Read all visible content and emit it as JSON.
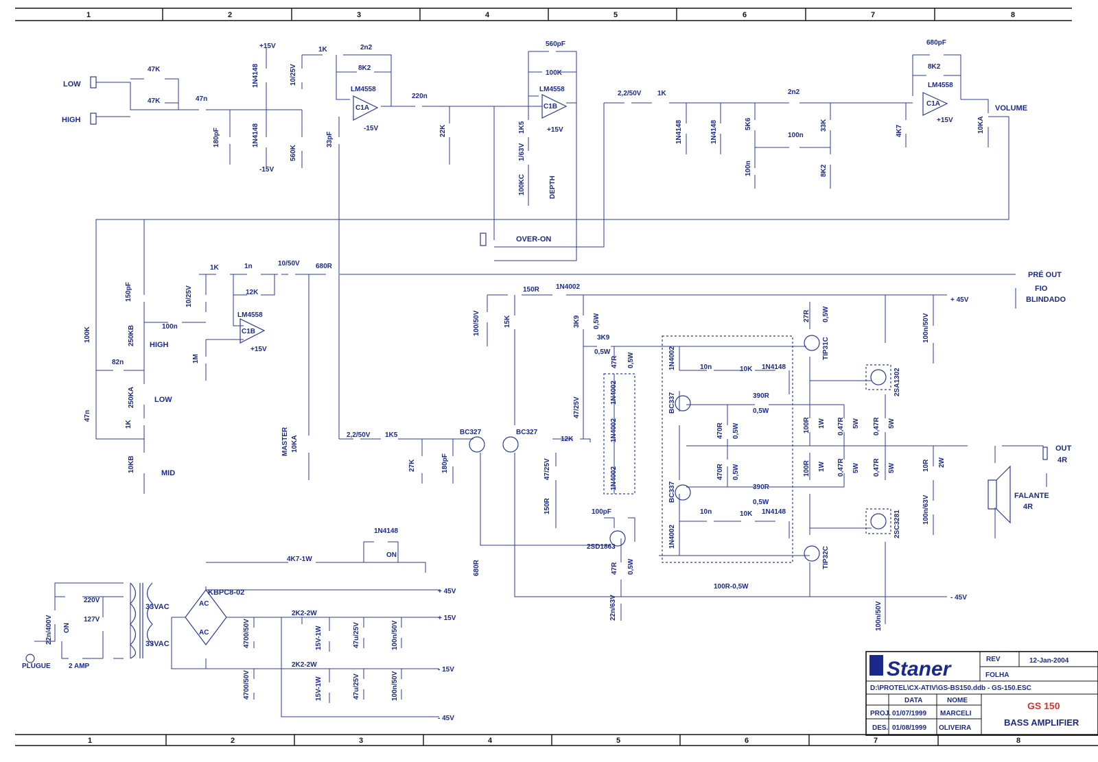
{
  "zones": [
    "1",
    "2",
    "3",
    "4",
    "5",
    "6",
    "7",
    "8"
  ],
  "labels": {
    "low_in": "LOW",
    "high_in": "HIGH",
    "r47k_a": "47K",
    "r47k_b": "47K",
    "c47n": "47n",
    "c180pf_in": "180pF",
    "plus15": "+15V",
    "minus15": "-15V",
    "d1n4148_a": "1N4148",
    "d1n4148_b": "1N4148",
    "c10_25": "10/25V",
    "r560k": "560K",
    "c33pf": "33pF",
    "r1k_a": "1K",
    "c2n2_a": "2n2",
    "r8k2_a": "8K2",
    "op1": "LM4558",
    "op1_unit": "C1A",
    "op1_neg": "-15V",
    "c220n": "220n",
    "r22k": "22K",
    "c560pf": "560pF",
    "r100k_a": "100K",
    "op2": "LM4558",
    "op2_unit": "C1B",
    "r1k5_a": "1K5",
    "c1_63": "1/63V",
    "pot100kc": "100KC",
    "depth": "DEPTH",
    "op2_pos": "+15V",
    "over_on": "OVER-ON",
    "c2_2_50a": "2,2/50V",
    "r1k_b": "1K",
    "d1n4148_c": "1N4148",
    "d1n4148_d": "1N4148",
    "r5k6": "5K6",
    "c2n2_b": "2n2",
    "c100n_a": "100n",
    "c100n_b": "100n",
    "r33k": "33K",
    "r8k2_b": "8K2",
    "c680pf": "680pF",
    "r8k2_c": "8K2",
    "op3": "LM4558",
    "op3_unit": "C1A",
    "r4k7": "4K7",
    "op3_pos": "+15V",
    "pot10ka": "10KA",
    "volume": "VOLUME",
    "r1k_c": "1K",
    "c1n": "1n",
    "c10_25b": "10/25V",
    "r12k": "12K",
    "op4": "LM4558",
    "op4_unit": "C1B",
    "op4_pos": "+15V",
    "c10_50": "10/50V",
    "r680r": "680R",
    "r1m": "1M",
    "pre_out": "PRÉ OUT",
    "fio": "FIO",
    "blindado": "BLINDADO",
    "c150pf": "150pF",
    "r100k_b": "100K",
    "pot250kb": "250KB",
    "high_tone": "HIGH",
    "c100n_c": "100n",
    "c82n": "82n",
    "pot250ka": "250KA",
    "low_tone": "LOW",
    "c47n_b": "47n",
    "r1k_d": "1K",
    "pot10kb": "10KB",
    "mid_tone": "MID",
    "master": "MASTER",
    "pot10ka_b": "10KA",
    "c2_2_50b": "2,2/50V",
    "r1k5_b": "1K5",
    "r27k": "27K",
    "c180pf_b": "180pF",
    "r150r": "150R",
    "d1n4002": "1N4002",
    "c100_50": "100/50V",
    "r15k": "15K",
    "r3k9_a": "3K9",
    "r3k9_a_w": "0,5W",
    "r3k9_b": "3K9",
    "r3k9_b_w": "0,5W",
    "r47r_a": "47R",
    "r47r_a_w": "0,5W",
    "c47_25a": "47/25V",
    "d1n4002_a": "1N4002",
    "d1n4002_b": "1N4002",
    "d1n4002_c": "1N4002",
    "q_bc327_a": "BC327",
    "q_bc327_b": "BC327",
    "r12k_b": "12K",
    "c47_25b": "47/25V",
    "r150r_b": "150R",
    "c100pf": "100pF",
    "q_2sd1863": "2SD1863",
    "r680r_b": "680R",
    "r47r_b": "47R",
    "r47r_b_w": "0,5W",
    "c22n_63": "22n/63V",
    "d1n4002_d": "1N4002",
    "d1n4002_e": "1N4002",
    "c10n_a": "10n",
    "r10k_a": "10K",
    "d1n4148_e": "1N4148",
    "q_bc337_a": "BC337",
    "q_bc337_b": "BC337",
    "r390r_a": "390R",
    "r390r_a_w": "0,5W",
    "r390r_b": "390R",
    "r390r_b_w": "0,5W",
    "r470r_a": "470R",
    "r470r_a_w": "0,5W",
    "r470r_b": "470R",
    "r470r_b_w": "0,5W",
    "c10n_b": "10n",
    "r10k_b": "10K",
    "d1n4148_f": "1N4148",
    "r27r": "27R",
    "r27r_w": "0,5W",
    "q_tip31c": "TIP31C",
    "q_tip32c": "TIP32C",
    "r100r_a": "100R",
    "r100r_a_w": "1W",
    "r100r_b": "100R",
    "r100r_b_w": "1W",
    "r047r_a": "0,47R",
    "r047r_a_w": "5W",
    "r047r_b": "0,47R",
    "r047r_b_w": "5W",
    "r047r_c": "0,47R",
    "r047r_c_w": "5W",
    "r047r_d": "0,47R",
    "r047r_d_w": "5W",
    "q_2sa1302": "2SA1302",
    "q_2sc3281": "2SC3281",
    "plus45": "+ 45V",
    "minus45": "- 45V",
    "c100n_50a": "100n/50V",
    "c100n_50b": "100n/50V",
    "r10r": "10R",
    "r10r_w": "2W",
    "c100n_63": "100n/63V",
    "out": "OUT",
    "out_r": "4R",
    "falante": "FALANTE",
    "falante_r": "4R",
    "r100r_05": "100R-0,5W",
    "d1n4148_led": "1N4148",
    "r4k7_1w": "4K7-1W",
    "led_on": "ON",
    "bridge": "KBPC8-02",
    "ac1": "AC",
    "ac2": "AC",
    "c22n_400": "22n/400V",
    "sw_on": "ON",
    "v220": "220V",
    "v127": "127V",
    "t33a": "33VAC",
    "t33b": "33VAC",
    "plugue": "PLUGUE",
    "fuse": "2 AMP",
    "c4700_a": "4700/50V",
    "c4700_b": "4700/50V",
    "r2k2_a": "2K2-2W",
    "r2k2_b": "2K2-2W",
    "z15_a": "15V-1W",
    "z15_b": "15V-1W",
    "c47u_a": "47u/25V",
    "c47u_b": "47u/25V",
    "c100n_50c": "100n/50V",
    "c100n_50d": "100n/50V",
    "rail_p45": "+ 45V",
    "rail_p15": "+ 15V",
    "rail_m15": "- 15V",
    "rail_m45": "- 45V"
  },
  "title_block": {
    "company": "Staner",
    "rev_label": "REV",
    "rev_date": "12-Jan-2004",
    "folha_label": "FOLHA",
    "path": "D:\\PROTEL\\CX-ATIV\\GS-BS150.ddb - GS-150.ESC",
    "data_label": "DATA",
    "nome_label": "NOME",
    "proj_label": "PROJ.",
    "proj_date": "01/07/1999",
    "proj_name": "MARCELI",
    "des_label": "DES.",
    "des_date": "01/08/1999",
    "des_name": "OLIVEIRA",
    "model": "GS 150",
    "description": "BASS AMPLIFIER"
  },
  "colors": {
    "wire": "#2a3a9a",
    "label": "#1a2a8c",
    "frame": "#111111",
    "model": "#e03030"
  }
}
